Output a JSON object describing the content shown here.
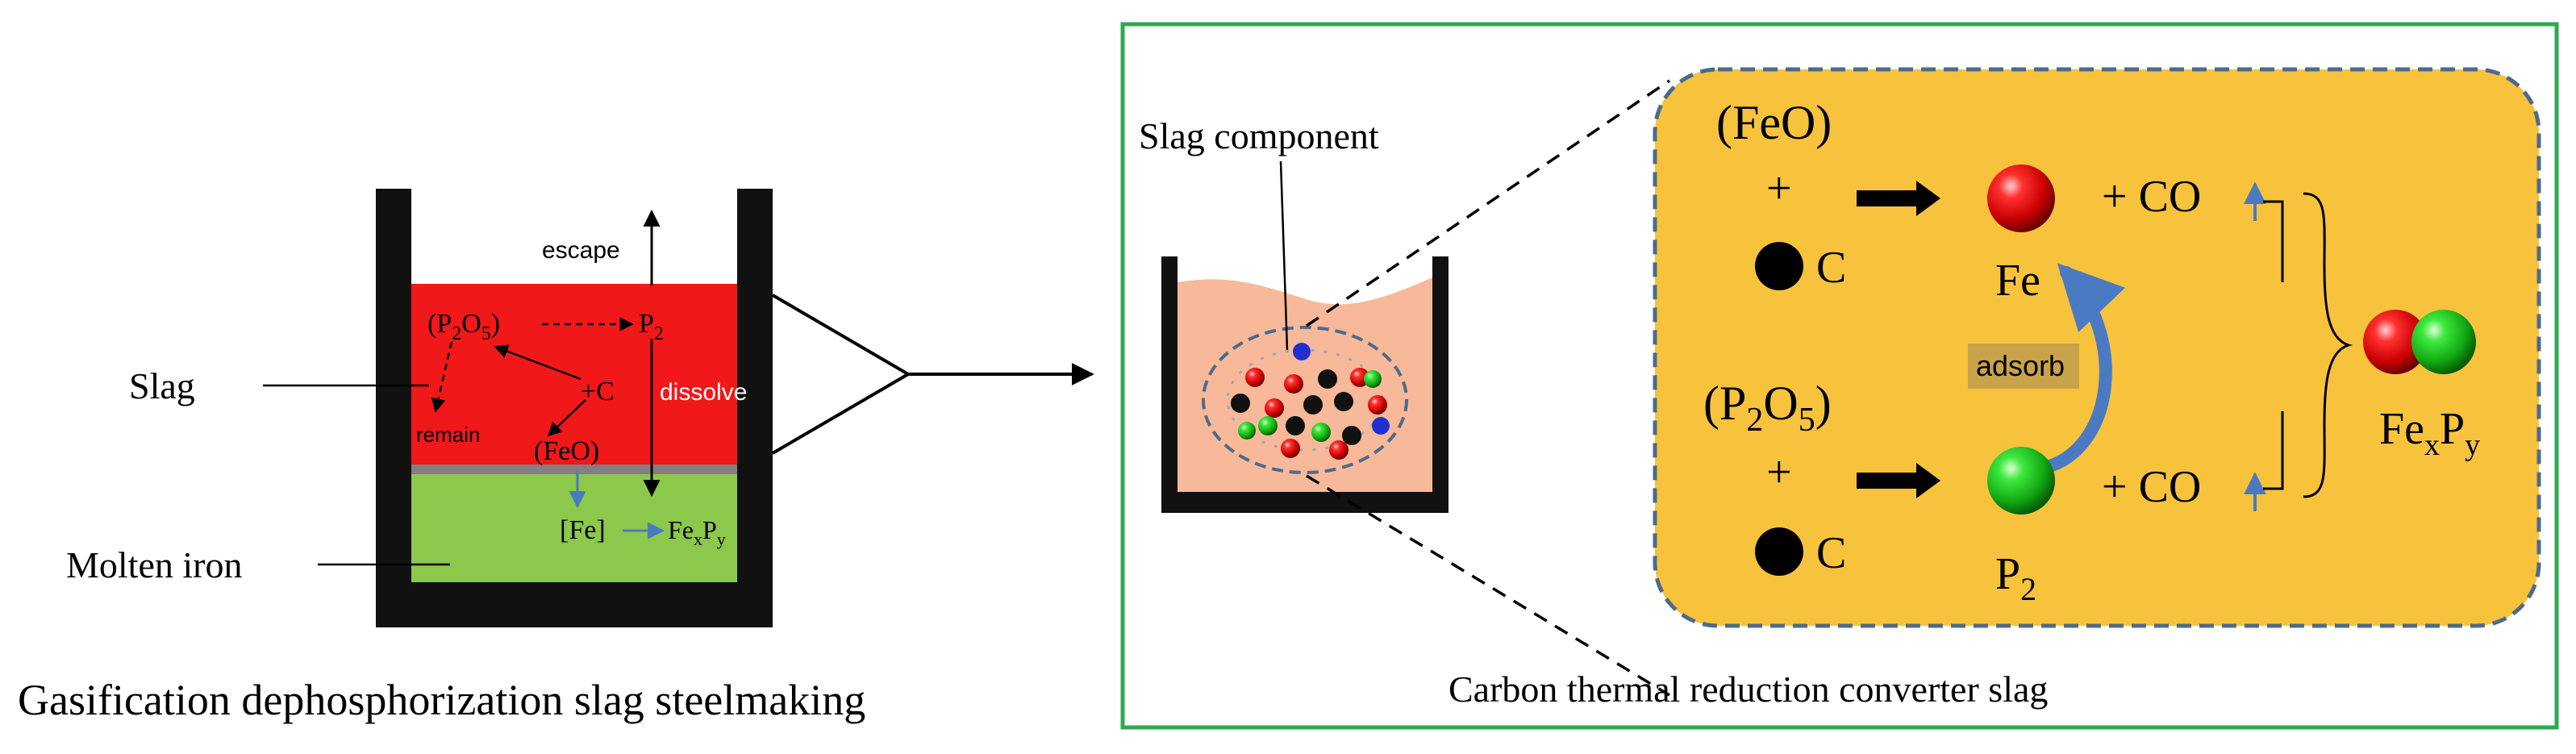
{
  "left_panel": {
    "caption": "Gasification dephosphorization slag steelmaking",
    "label_slag": "Slag",
    "label_molten_iron": "Molten iron",
    "escape": "escape",
    "p2o5": {
      "open": "(P",
      "sub1": "2",
      "mid": "O",
      "sub2": "5",
      "close": ")"
    },
    "p2": {
      "main": "P",
      "sub": "2"
    },
    "plus_c": "+C",
    "dissolve": "dissolve",
    "remain": "remain",
    "feo": "(FeO)",
    "fe_bracket": "[Fe]",
    "fexpy": {
      "a": "Fe",
      "x": "x",
      "b": "P",
      "y": "y"
    }
  },
  "right_panel": {
    "caption": "Carbon thermal reduction converter slag",
    "slag_component": "Slag component",
    "feo": "(FeO)",
    "plus": "+",
    "c": "C",
    "fe": "Fe",
    "co": "+ CO",
    "adsorb": "adsorb",
    "p2o5": {
      "open": "(P",
      "sub1": "2",
      "mid": "O",
      "sub2": "5",
      "close": ")"
    },
    "p2": {
      "main": "P",
      "sub": "2"
    },
    "fexpy": {
      "a": "Fe",
      "x": "x",
      "b": "P",
      "y": "y"
    }
  },
  "colors": {
    "slag_red": "#f01818",
    "iron_green": "#8cc84b",
    "panel_border_green": "#2ea84f",
    "reaction_bg": "#f7c33c",
    "ellipse_blue": "#4d6a8c",
    "slag_peach": "#f7b99a",
    "arrow_blue": "#4a7ac2",
    "adsorb_bg": "#c9a34a"
  }
}
